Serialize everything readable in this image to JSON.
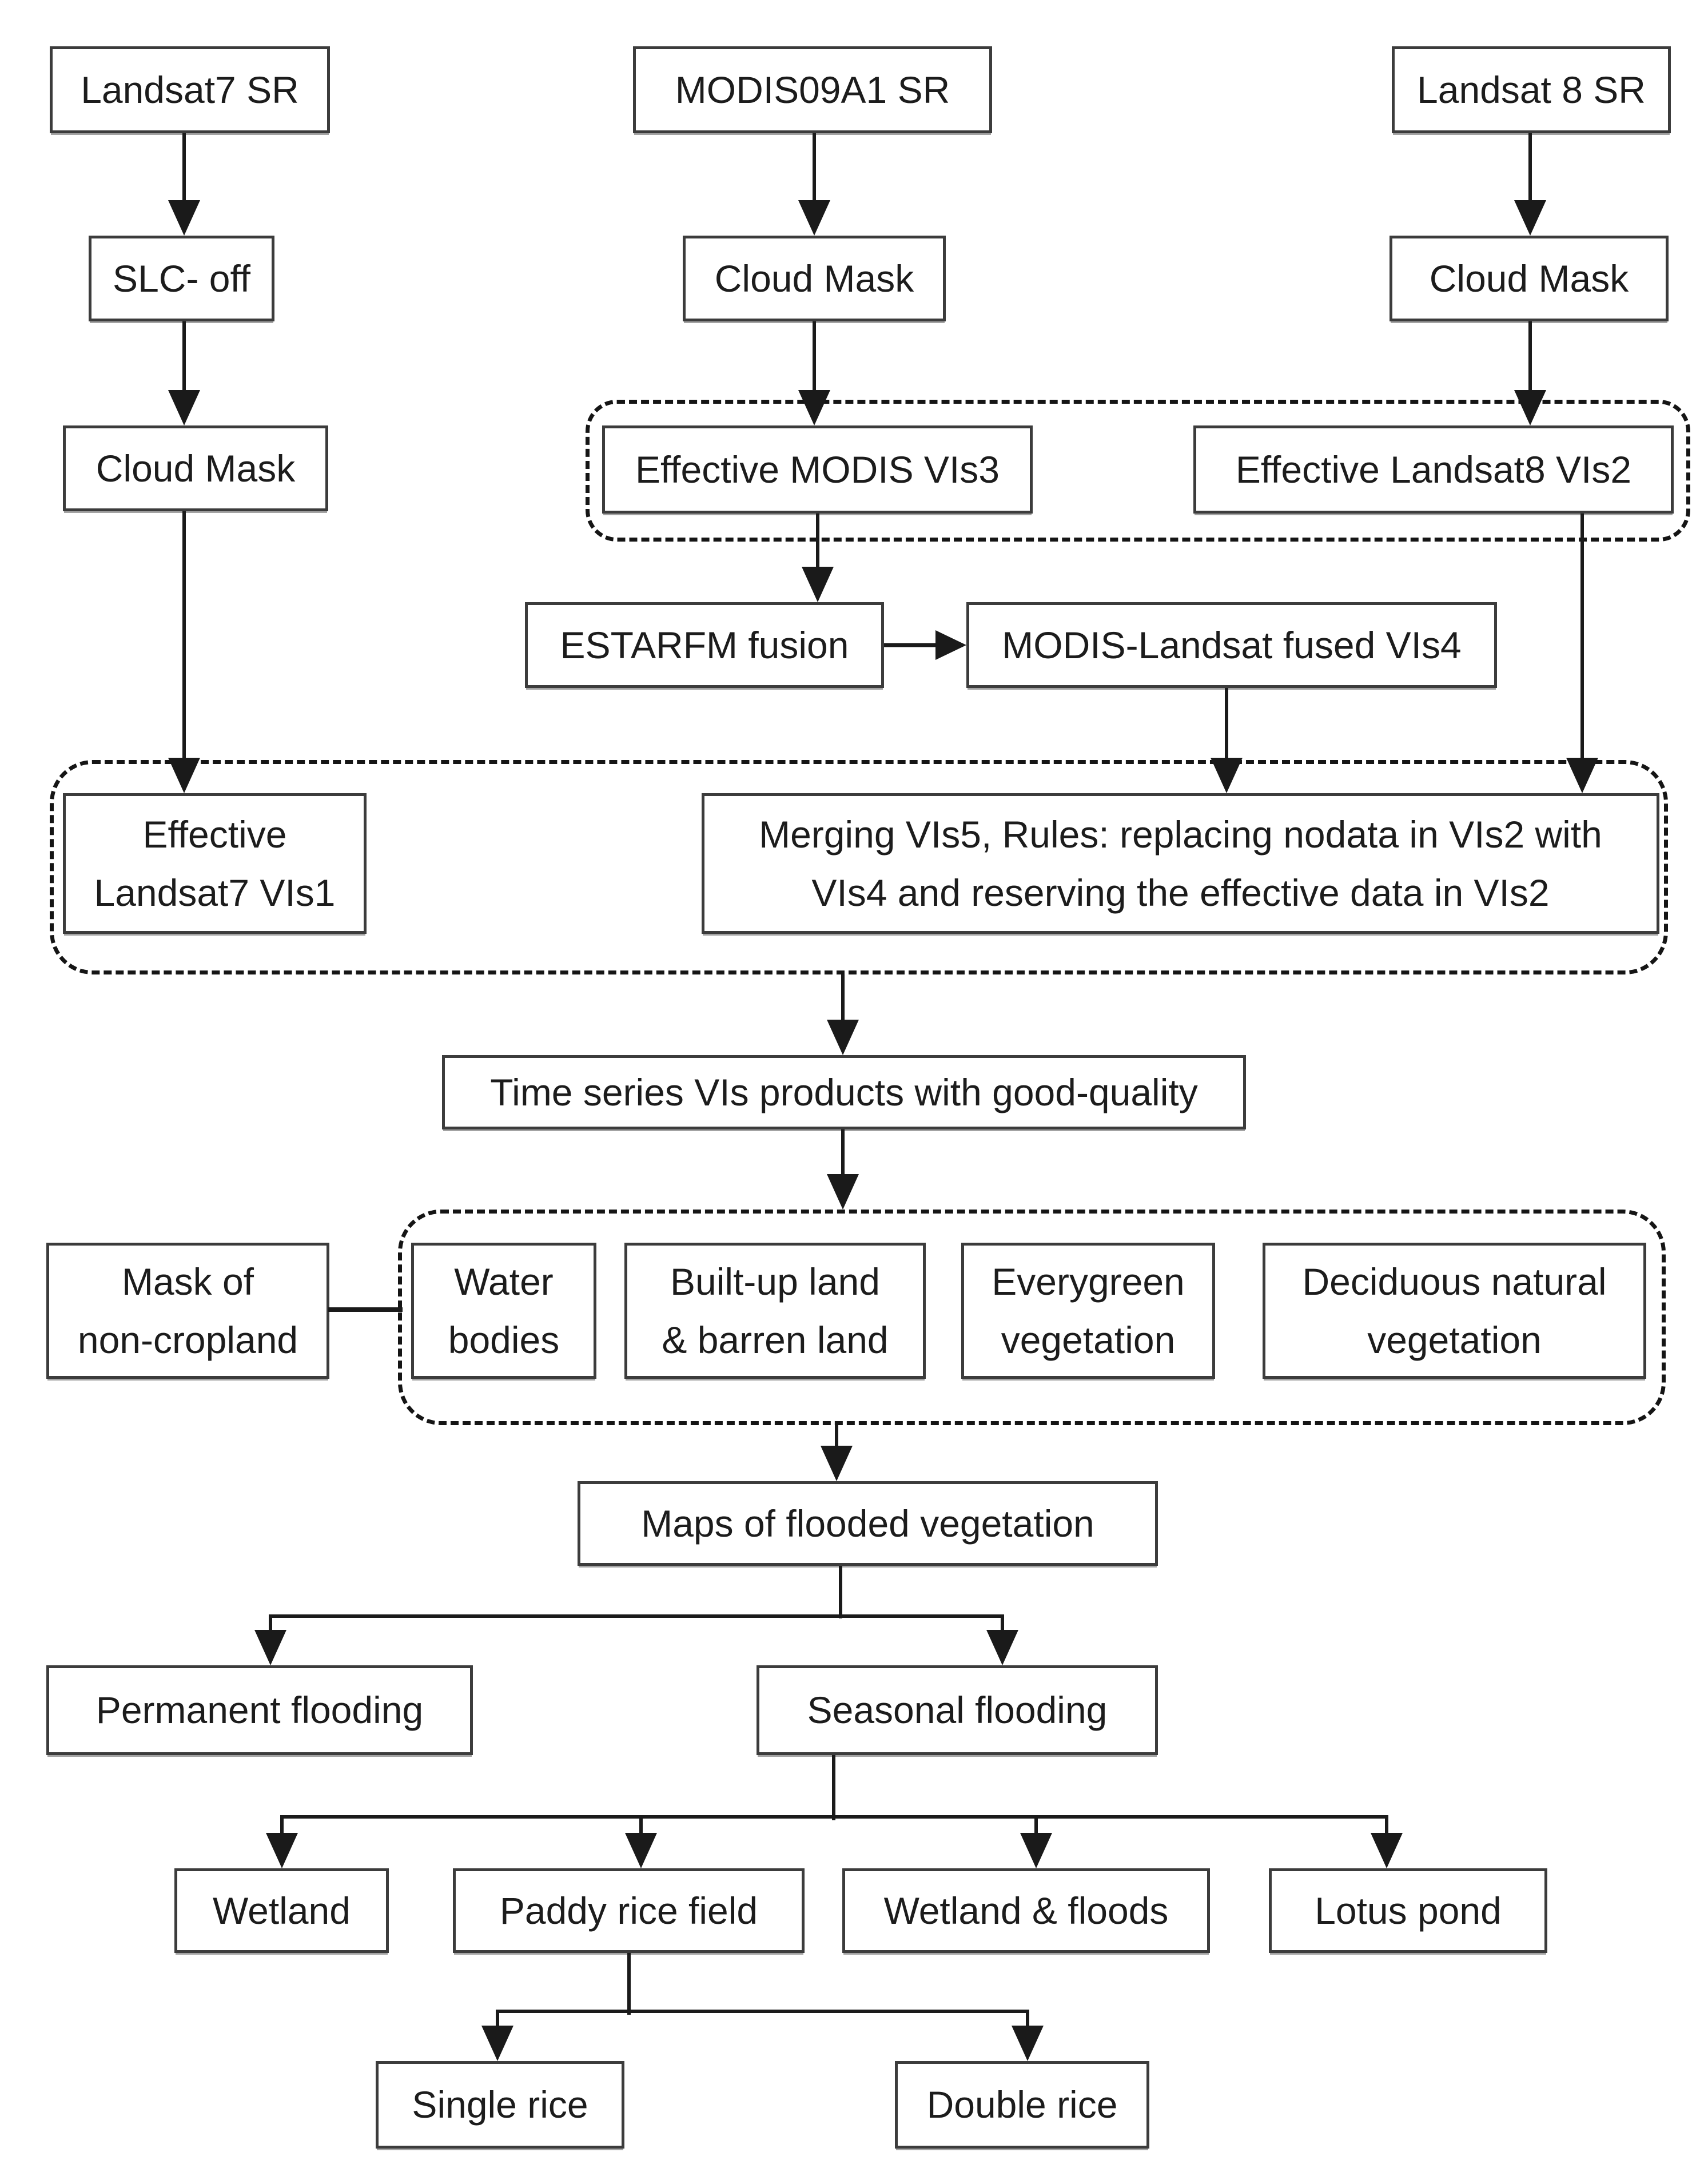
{
  "nodes": {
    "landsat7_sr": "Landsat7 SR",
    "modis09a1_sr": "MODIS09A1 SR",
    "landsat8_sr": "Landsat 8 SR",
    "slc_off": "SLC- off",
    "cloud_mask_modis": "Cloud Mask",
    "cloud_mask_landsat8": "Cloud Mask",
    "cloud_mask_landsat7": "Cloud Mask",
    "effective_modis_vis3": "Effective MODIS VIs3",
    "effective_landsat8_vis2": "Effective Landsat8 VIs2",
    "estarfm_fusion": "ESTARFM fusion",
    "modis_landsat_fused_vis4": "MODIS-Landsat fused VIs4",
    "effective_landsat7_vis1": "Effective\nLandsat7 VIs1",
    "merging_vis5": "Merging VIs5, Rules: replacing nodata in VIs2 with\nVIs4 and reserving the effective data in VIs2",
    "time_series": "Time series VIs products with good-quality",
    "mask_non_cropland": "Mask of\nnon-cropland",
    "water_bodies": "Water\nbodies",
    "builtup_barren": "Built-up land\n& barren land",
    "everygreen_vegetation": "Everygreen\nvegetation",
    "deciduous_vegetation": "Deciduous natural\nvegetation",
    "maps_flooded_vegetation": "Maps of flooded vegetation",
    "permanent_flooding": "Permanent flooding",
    "seasonal_flooding": "Seasonal flooding",
    "wetland": "Wetland",
    "paddy_rice_field": "Paddy rice field",
    "wetland_floods": "Wetland & floods",
    "lotus_pond": "Lotus pond",
    "single_rice": "Single rice",
    "double_rice": "Double rice"
  },
  "colors": {
    "background": "#ffffff",
    "box_border": "#3c3c3c",
    "dashed_border": "#151515",
    "connector": "#1a1a1a",
    "text": "#1c1c1c"
  }
}
